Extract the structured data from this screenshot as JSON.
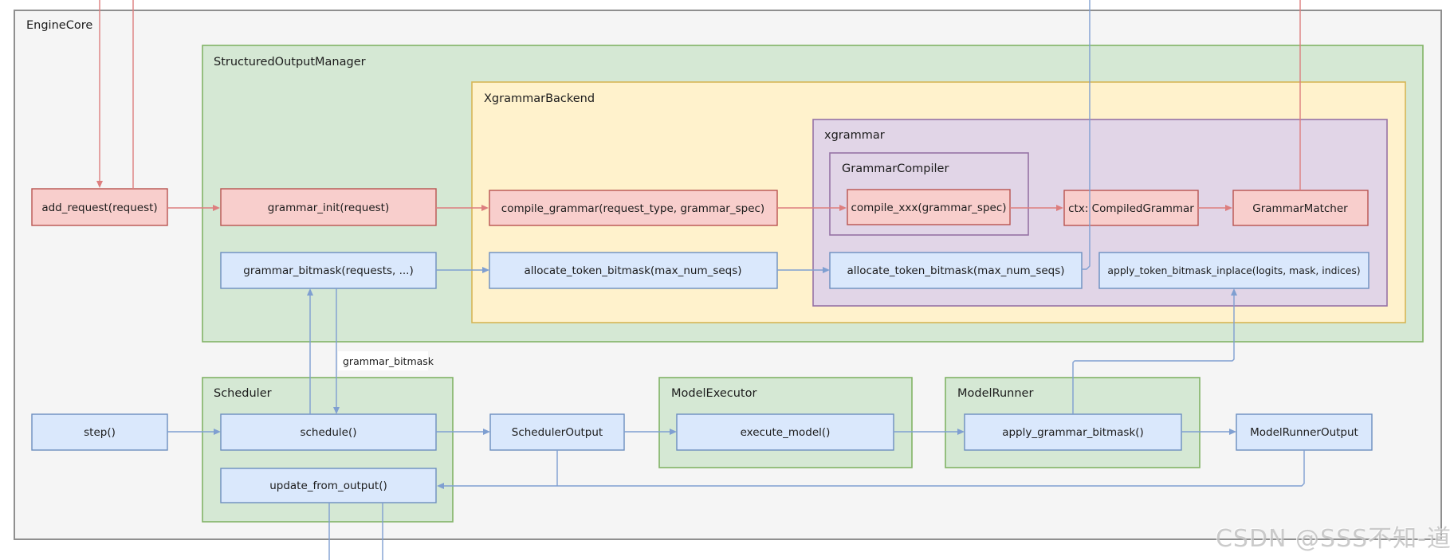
{
  "colors": {
    "gray_fill": "#f5f5f5",
    "gray_stroke": "#8f8f8f",
    "green_fill": "#d5e8d4",
    "green_stroke": "#82b366",
    "yellow_fill": "#fff2cc",
    "yellow_stroke": "#d6b656",
    "purple_fill": "#e1d5e7",
    "purple_stroke": "#9673a6",
    "red_fill": "#f8cecc",
    "red_stroke": "#b85450",
    "blue_fill": "#dae8fc",
    "blue_stroke": "#6c8ebf",
    "red_line": "#dd7e7e",
    "blue_line": "#7f9fd1"
  },
  "containers": {
    "engine_core": {
      "label": "EngineCore"
    },
    "structured_output_manager": {
      "label": "StructuredOutputManager"
    },
    "xgrammar_backend": {
      "label": "XgrammarBackend"
    },
    "xgrammar": {
      "label": "xgrammar"
    },
    "grammar_compiler": {
      "label": "GrammarCompiler"
    },
    "scheduler": {
      "label": "Scheduler"
    },
    "model_executor": {
      "label": "ModelExecutor"
    },
    "model_runner": {
      "label": "ModelRunner"
    }
  },
  "nodes": {
    "add_request": {
      "label": "add_request(request)"
    },
    "grammar_init": {
      "label": "grammar_init(request)"
    },
    "compile_grammar": {
      "label": "compile_grammar(request_type, grammar_spec)"
    },
    "compile_xxx": {
      "label": "compile_xxx(grammar_spec)"
    },
    "ctx_compiled_grammar": {
      "label": "ctx: CompiledGrammar"
    },
    "grammar_matcher": {
      "label": "GrammarMatcher"
    },
    "grammar_bitmask": {
      "label": "grammar_bitmask(requests, ...)"
    },
    "allocate_token_bitmask_backend": {
      "label": "allocate_token_bitmask(max_num_seqs)"
    },
    "allocate_token_bitmask_xgr": {
      "label": "allocate_token_bitmask(max_num_seqs)"
    },
    "apply_token_bitmask_inplace": {
      "label": "apply_token_bitmask_inplace(logits, mask, indices)"
    },
    "step": {
      "label": "step()"
    },
    "schedule": {
      "label": "schedule()"
    },
    "scheduler_output": {
      "label": "SchedulerOutput"
    },
    "execute_model": {
      "label": "execute_model()"
    },
    "apply_grammar_bitmask": {
      "label": "apply_grammar_bitmask()"
    },
    "model_runner_output": {
      "label": "ModelRunnerOutput"
    },
    "update_from_output": {
      "label": "update_from_output()"
    }
  },
  "edge_labels": {
    "grammar_bitmask": "grammar_bitmask"
  },
  "watermark": {
    "text": "CSDN @SSS不知-道"
  }
}
